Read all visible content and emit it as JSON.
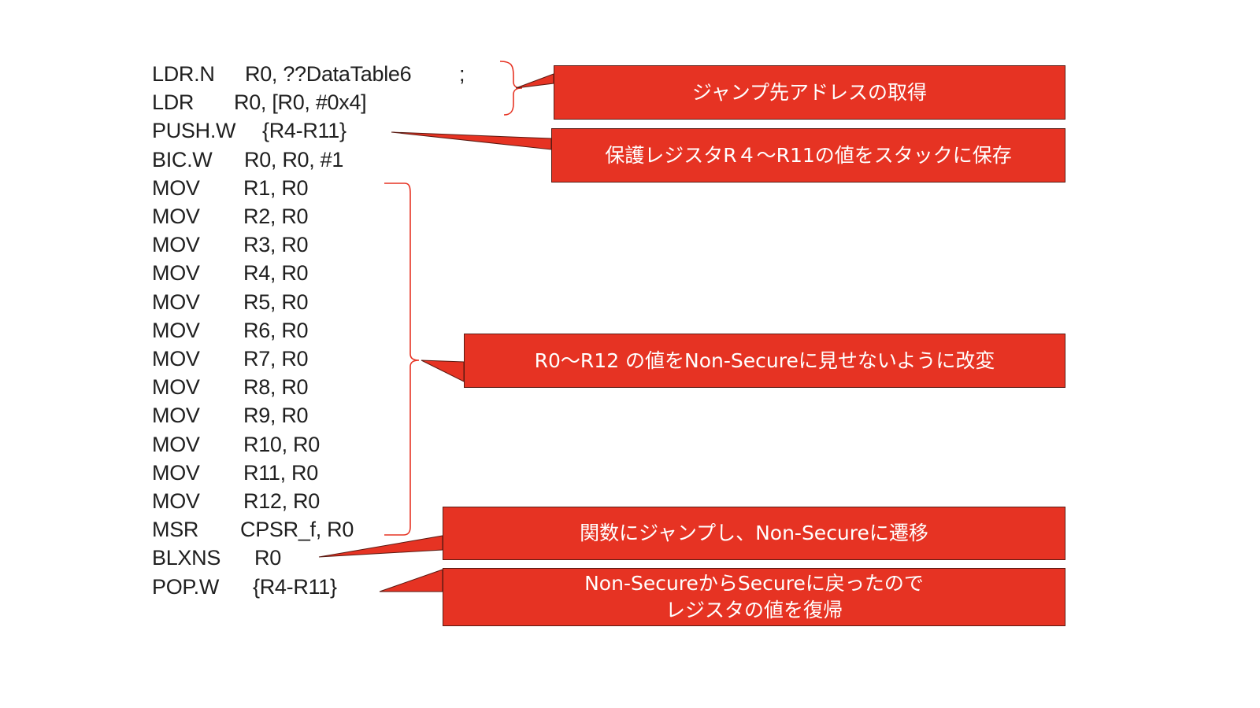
{
  "code": [
    {
      "op": "LDR.N",
      "args": "R0, ??DataTable6",
      "comment": ";"
    },
    {
      "op": "LDR",
      "args": "R0, [R0, #0x4]"
    },
    {
      "op": "PUSH.W",
      "args": "{R4-R11}"
    },
    {
      "op": "BIC.W",
      "args": "R0, R0, #1"
    },
    {
      "op": "MOV",
      "args": "R1, R0"
    },
    {
      "op": "MOV",
      "args": "R2, R0"
    },
    {
      "op": "MOV",
      "args": "R3, R0"
    },
    {
      "op": "MOV",
      "args": "R4, R0"
    },
    {
      "op": "MOV",
      "args": "R5, R0"
    },
    {
      "op": "MOV",
      "args": "R6, R0"
    },
    {
      "op": "MOV",
      "args": "R7, R0"
    },
    {
      "op": "MOV",
      "args": "R8, R0"
    },
    {
      "op": "MOV",
      "args": "R9, R0"
    },
    {
      "op": "MOV",
      "args": "R10, R0"
    },
    {
      "op": "MOV",
      "args": "R11, R0"
    },
    {
      "op": "MOV",
      "args": "R12, R0"
    },
    {
      "op": "MSR",
      "args": "CPSR_f, R0"
    },
    {
      "op": "BLXNS",
      "args": "R0"
    },
    {
      "op": "POP.W",
      "args": "{R4-R11}"
    }
  ],
  "callouts": {
    "jump_address": "ジャンプ先アドレスの取得",
    "save_registers": "保護レジスタR４〜R11の値をスタックに保存",
    "clear_registers": "R0〜R12 の値をNon-Secureに見せないように改変",
    "blxns_jump": "関数にジャンプし、Non-Secureに遷移",
    "restore_registers": "Non-SecureからSecureに戻ったので\nレジスタの値を復帰"
  },
  "colors": {
    "callout_fill": "#e63323",
    "callout_border": "#5a1a12",
    "callout_text": "#ffffff",
    "bracket": "#e63323",
    "code_text": "#1f1f1f"
  }
}
